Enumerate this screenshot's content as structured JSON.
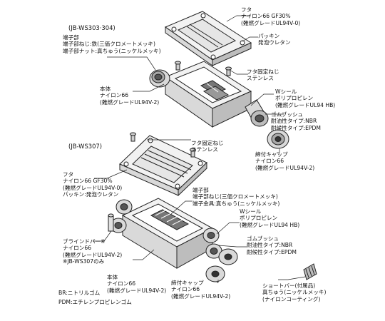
{
  "models": {
    "top": "(JB-WS303·304)",
    "bottom": "(JB-WS307)"
  },
  "top_labels": {
    "cover": [
      "フタ",
      "ナイロン66 GF30%",
      "(難燃グレードUL94V-0)"
    ],
    "packing": [
      "パッキン",
      "発泡ウレタン"
    ],
    "terminal": [
      "端子部",
      "端子部ねじ:鉄(三価クロメートメッキ)",
      "端子部ナット:真ちゅう(ニッケルメッキ)"
    ],
    "cover_screw": [
      "フタ固定ねじ",
      "ステンレス"
    ],
    "body": [
      "本体",
      "ナイロン66",
      "(難燃グレードUL94V-2)"
    ],
    "w_seal": [
      "Wシール",
      "ポリプロピレン",
      "(難燃グレードUL94 HB)"
    ],
    "rubber_bush": [
      "ゴムブッシュ",
      "耐油性タイプ:NBR",
      "耐候性タイプ:EPDM"
    ],
    "cap": [
      "締付キャップ",
      "ナイロン66",
      "(難燃グレードUL94V-2)"
    ]
  },
  "bottom_labels": {
    "cover_screw": [
      "フタ固定ねじ",
      "ステンレス"
    ],
    "cover": [
      "フタ",
      "ナイロン66 GF30%",
      "(難燃グレードUL94V-0)",
      "パッキン:発泡ウレタン"
    ],
    "terminal": [
      "端子部",
      "端子部ねじ(三価クロメートメッキ)",
      "端子金具:真ちゅう(ニッケルメッキ)"
    ],
    "w_seal": [
      "Wシール",
      "ポリプロピレン",
      "(難燃グレードUL94 HB)"
    ],
    "rubber_bush": [
      "ゴムブッシュ",
      "耐油性タイプ:NBR",
      "耐候性タイプ:EPDM"
    ],
    "blind_bar": [
      "ブラインドバー※",
      "ナイロン66",
      "(難燃グレードUL94V-2)",
      "※JB-WS307のみ"
    ],
    "body": [
      "本体",
      "ナイロン66",
      "(難燃グレードUL94V-2)"
    ],
    "cap": [
      "締付キャップ",
      "ナイロン66",
      "(難燃グレードUL94V-2)"
    ],
    "short_bar": [
      "ショートバー(付属品)",
      "真ちゅう(ニッケルメッキ)",
      "(ナイロンコーティング)"
    ]
  },
  "legend": [
    "BR:ニトリルゴム",
    "PDM:エチレンプロピレンゴム"
  ],
  "colors": {
    "line": "#222222",
    "fill_light": "#f2f2f2",
    "fill_mid": "#d9d9d9",
    "fill_dark": "#a8a8a8",
    "window": "#e6e6e6"
  }
}
